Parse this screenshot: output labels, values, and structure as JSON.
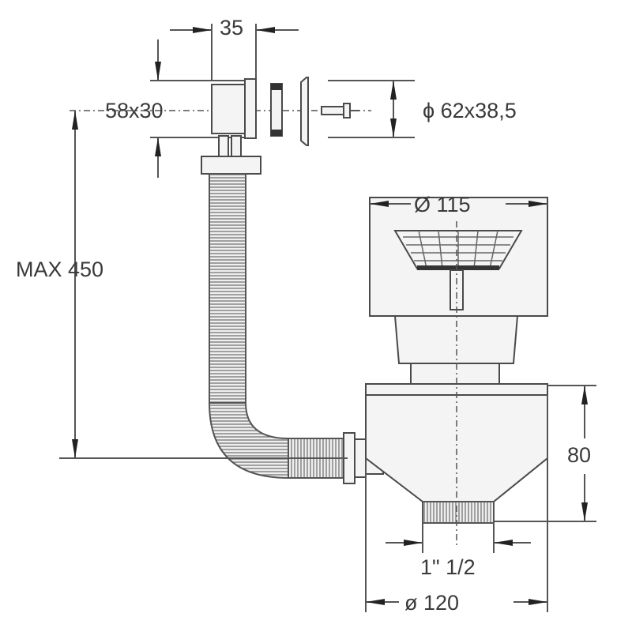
{
  "title": "Sink strainer waste with overflow – dimension drawing",
  "dimensions": {
    "overflow_width": "35",
    "overflow_opening": "58x30",
    "overflow_cover": "ϕ 62x38,5",
    "max_length": "MAX 450",
    "strainer_diameter": "Ø 115",
    "body_height": "80",
    "outlet_thread": "1\" 1/2",
    "body_diameter": "ø 120"
  },
  "colors": {
    "line": "#555555",
    "fill": "#f4f4f4"
  }
}
